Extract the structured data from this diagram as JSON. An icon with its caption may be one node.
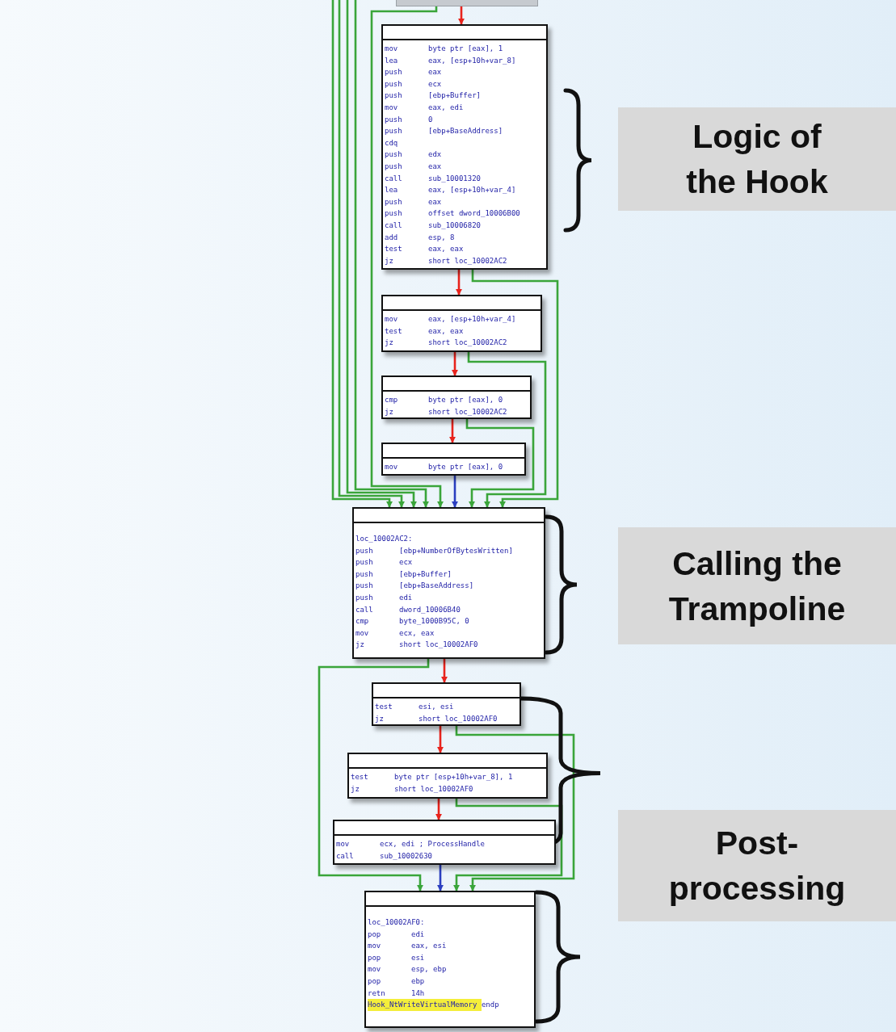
{
  "diagram": {
    "nodes": [
      {
        "text": [],
        "shape": "box"
      },
      {
        "text": [
          "mov byte ptr [eax], 1",
          "lea eax, [esp+10h+var_8]",
          "push eax",
          "push ecx",
          "push [ebp+Buffer]",
          "mov eax, edi",
          "push 0",
          "push [ebp+BaseAddress]",
          "cdq",
          "push edx",
          "push eax",
          "call sub_10001320",
          "lea eax, [esp+10h+var_4]",
          "push eax",
          "push offset dword_10006B00",
          "call sub_10006820",
          "add esp, 8",
          "test eax, eax",
          "jz short loc_10002AC2"
        ]
      },
      {
        "text": [
          "mov eax, [esp+10h+var_4]",
          "test eax, eax",
          "jz short loc_10002AC2"
        ]
      },
      {
        "text": [
          "cmp byte ptr [eax], 0",
          "jz short loc_10002AC2"
        ]
      },
      {
        "text": [
          "mov byte ptr [eax], 0"
        ]
      },
      {
        "text": [
          "loc_10002AC2:",
          "push [ebp+NumberOfBytesWritten]",
          "push ecx",
          "push [ebp+Buffer]",
          "push [ebp+BaseAddress]",
          "push edi",
          "call dword_10006B40",
          "cmp byte_1000B95C, 0",
          "mov ecx, eax",
          "jz short loc_10002AF0"
        ]
      },
      {
        "text": [
          "test esi, esi",
          "jz short loc_10002AF0"
        ]
      },
      {
        "text": [
          "test byte ptr [esp+10h+var_8], 1",
          "jz short loc_10002AF0"
        ]
      },
      {
        "text": [
          "mov ecx, edi ; ProcessHandle",
          "call sub_10002630"
        ]
      },
      {
        "text": [
          "loc_10002AF0:",
          "pop edi",
          "mov eax, esi",
          "pop esi",
          "mov esp, ebp",
          "pop ebp",
          "retn 14h",
          "Hook_NtWriteVirtualMemory endp"
        ]
      },
      {
        "text": [
          "Logic of the Hook"
        ]
      },
      {
        "text": [
          "Calling the Trampoline"
        ]
      },
      {
        "text": [
          "Post-processing"
        ]
      }
    ],
    "edges": [
      {
        "from": 0,
        "to": 1,
        "arrow": "to",
        "color": "#e8231c"
      },
      {
        "from": 1,
        "to": 2,
        "arrow": "to",
        "color": "#e8231c"
      },
      {
        "from": 2,
        "to": 3,
        "arrow": "to",
        "color": "#e8231c"
      },
      {
        "from": 3,
        "to": 4,
        "arrow": "to",
        "color": "#e8231c"
      },
      {
        "from": 4,
        "to": 5,
        "arrow": "to",
        "color": "#2b3fc0"
      },
      {
        "from": null,
        "to": 5,
        "arrow": "to"
      },
      {
        "from": null,
        "to": 5,
        "arrow": "to"
      },
      {
        "from": null,
        "to": 5,
        "arrow": "to"
      },
      {
        "from": null,
        "to": 5,
        "arrow": "to"
      },
      {
        "from": 0,
        "to": 5,
        "arrow": "to"
      },
      {
        "from": 1,
        "to": 5,
        "arrow": "to"
      },
      {
        "from": 2,
        "to": 5,
        "arrow": "to"
      },
      {
        "from": 3,
        "to": 5,
        "arrow": "to"
      },
      {
        "from": 5,
        "to": 6,
        "arrow": "to",
        "color": "#e8231c"
      },
      {
        "from": 6,
        "to": 7,
        "arrow": "to",
        "color": "#e8231c"
      },
      {
        "from": 7,
        "to": 8,
        "arrow": "to",
        "color": "#e8231c"
      },
      {
        "from": 8,
        "to": 9,
        "arrow": "to",
        "color": "#2b3fc0"
      },
      {
        "from": 5,
        "to": 9,
        "arrow": "to"
      },
      {
        "from": 6,
        "to": 9,
        "arrow": "to"
      },
      {
        "from": 7,
        "to": 9,
        "arrow": "to"
      }
    ]
  }
}
